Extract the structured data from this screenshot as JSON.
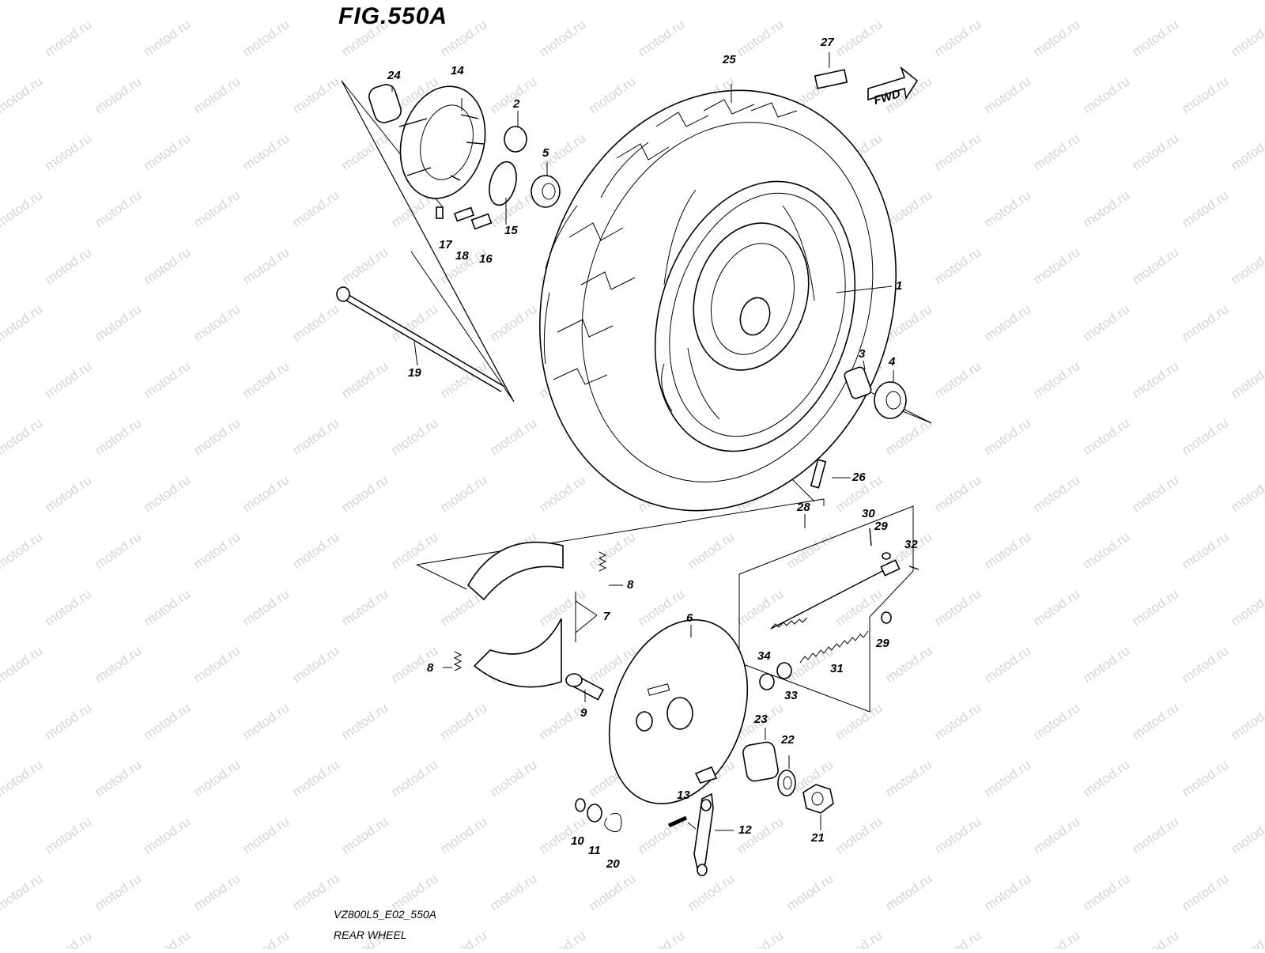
{
  "figure": {
    "title": "FIG.550A",
    "footer_code": "VZ800L5_E02_550A",
    "footer_name": "REAR WHEEL",
    "direction_label": "FWD",
    "watermark": "motod.ru"
  },
  "callouts": [
    {
      "id": "c1",
      "label": "1"
    },
    {
      "id": "c2",
      "label": "2"
    },
    {
      "id": "c3",
      "label": "3"
    },
    {
      "id": "c4",
      "label": "4"
    },
    {
      "id": "c5",
      "label": "5"
    },
    {
      "id": "c6",
      "label": "6"
    },
    {
      "id": "c7",
      "label": "7"
    },
    {
      "id": "c8a",
      "label": "8"
    },
    {
      "id": "c8b",
      "label": "8"
    },
    {
      "id": "c9",
      "label": "9"
    },
    {
      "id": "c10",
      "label": "10"
    },
    {
      "id": "c11",
      "label": "11"
    },
    {
      "id": "c12",
      "label": "12"
    },
    {
      "id": "c13",
      "label": "13"
    },
    {
      "id": "c14",
      "label": "14"
    },
    {
      "id": "c15",
      "label": "15"
    },
    {
      "id": "c16",
      "label": "16"
    },
    {
      "id": "c17",
      "label": "17"
    },
    {
      "id": "c18",
      "label": "18"
    },
    {
      "id": "c19",
      "label": "19"
    },
    {
      "id": "c20",
      "label": "20"
    },
    {
      "id": "c21",
      "label": "21"
    },
    {
      "id": "c22",
      "label": "22"
    },
    {
      "id": "c23",
      "label": "23"
    },
    {
      "id": "c24",
      "label": "24"
    },
    {
      "id": "c25",
      "label": "25"
    },
    {
      "id": "c26",
      "label": "26"
    },
    {
      "id": "c27",
      "label": "27"
    },
    {
      "id": "c28",
      "label": "28"
    },
    {
      "id": "c29a",
      "label": "29"
    },
    {
      "id": "c29b",
      "label": "29"
    },
    {
      "id": "c30",
      "label": "30"
    },
    {
      "id": "c31",
      "label": "31"
    },
    {
      "id": "c32",
      "label": "32"
    },
    {
      "id": "c33",
      "label": "33"
    },
    {
      "id": "c34",
      "label": "34"
    }
  ]
}
